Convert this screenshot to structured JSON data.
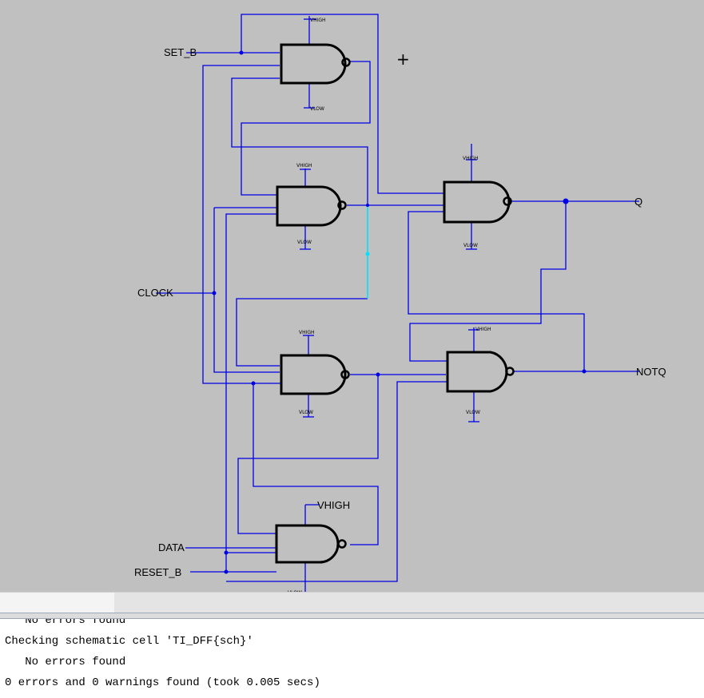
{
  "schematic": {
    "labels": {
      "set_b": "SET_B",
      "clock": "CLOCK",
      "data": "DATA",
      "reset_b": "RESET_B",
      "q": "Q",
      "notq": "NOTQ",
      "vhigh_big": "VHIGH"
    },
    "power_label": "VHIGH",
    "ground_label": "VLOW",
    "cursor_glyph": "+",
    "colors": {
      "background": "#c0c0c0",
      "wire": "#0000e6",
      "highlight": "#00e0ff",
      "gate": "#000000"
    }
  },
  "console": {
    "lines": [
      "   No errors found",
      "Checking schematic cell 'TI_DFF{sch}'",
      "   No errors found",
      "0 errors and 0 warnings found (took 0.005 secs)"
    ]
  }
}
